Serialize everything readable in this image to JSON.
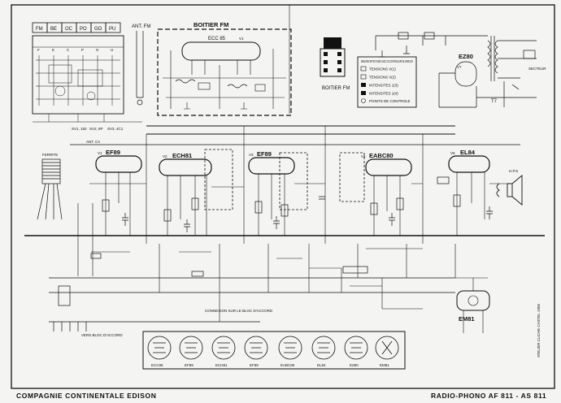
{
  "footer": {
    "left": "COMPAGNIE  CONTINENTALE  EDISON",
    "right": "RADIO-PHONO AF 811  -  AS 811"
  },
  "switch_keys": [
    "FM",
    "BE",
    "OC",
    "PO",
    "GO",
    "PU"
  ],
  "switch_letters": [
    "F",
    "E",
    "C",
    "P",
    "G",
    "U"
  ],
  "labels": {
    "ant_fm": "ANT. FM",
    "boitier_fm": "BOITIER FM",
    "boitier_fm_box": "BOITIER FM",
    "ferrite": "FERRITE",
    "ant_ca": "ANT. CA",
    "sv_labels": [
      "SV1, 150",
      "SV2, 6P",
      "SV3, 4C1"
    ],
    "shield_note": "CONNEXION SUR LE BLOC D'ACCORD",
    "bottom_left_note": "VERS BLOC D'ACCORD",
    "secteur": "SECTEUR",
    "hp": "H.P.S",
    "t_label": "T7",
    "em_label": "EM81",
    "side_note": "ATELIER CLICHE CASTEL 1956"
  },
  "legend": {
    "title": "MESURES EFFECTUEES AVEC UN CONTROLEUR DE 10000 Ω/V",
    "items": [
      "TENSIONS   V(1)",
      "TENSIONS   V(2)",
      "INTENSITES  1(3)",
      "INTENSITES  1(4)",
      "POINTS DE CONTROLE"
    ]
  },
  "tubes": [
    {
      "name": "ECC 85",
      "ref": "V1"
    },
    {
      "name": "EF89",
      "ref": "V1"
    },
    {
      "name": "ECH81",
      "ref": "V2"
    },
    {
      "name": "EF89",
      "ref": "V3"
    },
    {
      "name": "EABC80",
      "ref": "V4"
    },
    {
      "name": "EL84",
      "ref": "V5"
    },
    {
      "name": "EZ80",
      "ref": "V7"
    }
  ],
  "bottom_tubes": [
    "ECC85",
    "EF89",
    "ECH81",
    "EF89",
    "EABC80",
    "EL84",
    "EZ80",
    "EM81"
  ],
  "colors": {
    "ink": "#111111",
    "paper": "#f4f4f2"
  }
}
